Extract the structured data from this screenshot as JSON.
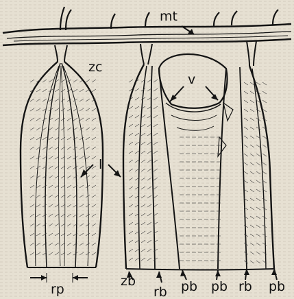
{
  "figure": {
    "background": "#e6e0d2",
    "ink": "#141414",
    "labels": {
      "mt": "mt",
      "zc": "zc",
      "v": "v",
      "l": "l",
      "rp": "rp",
      "zb": "zb",
      "rb_left": "rb",
      "pb_left": "pb",
      "pb_right": "pb",
      "rb_right": "rb",
      "pb_far": "pb"
    }
  }
}
